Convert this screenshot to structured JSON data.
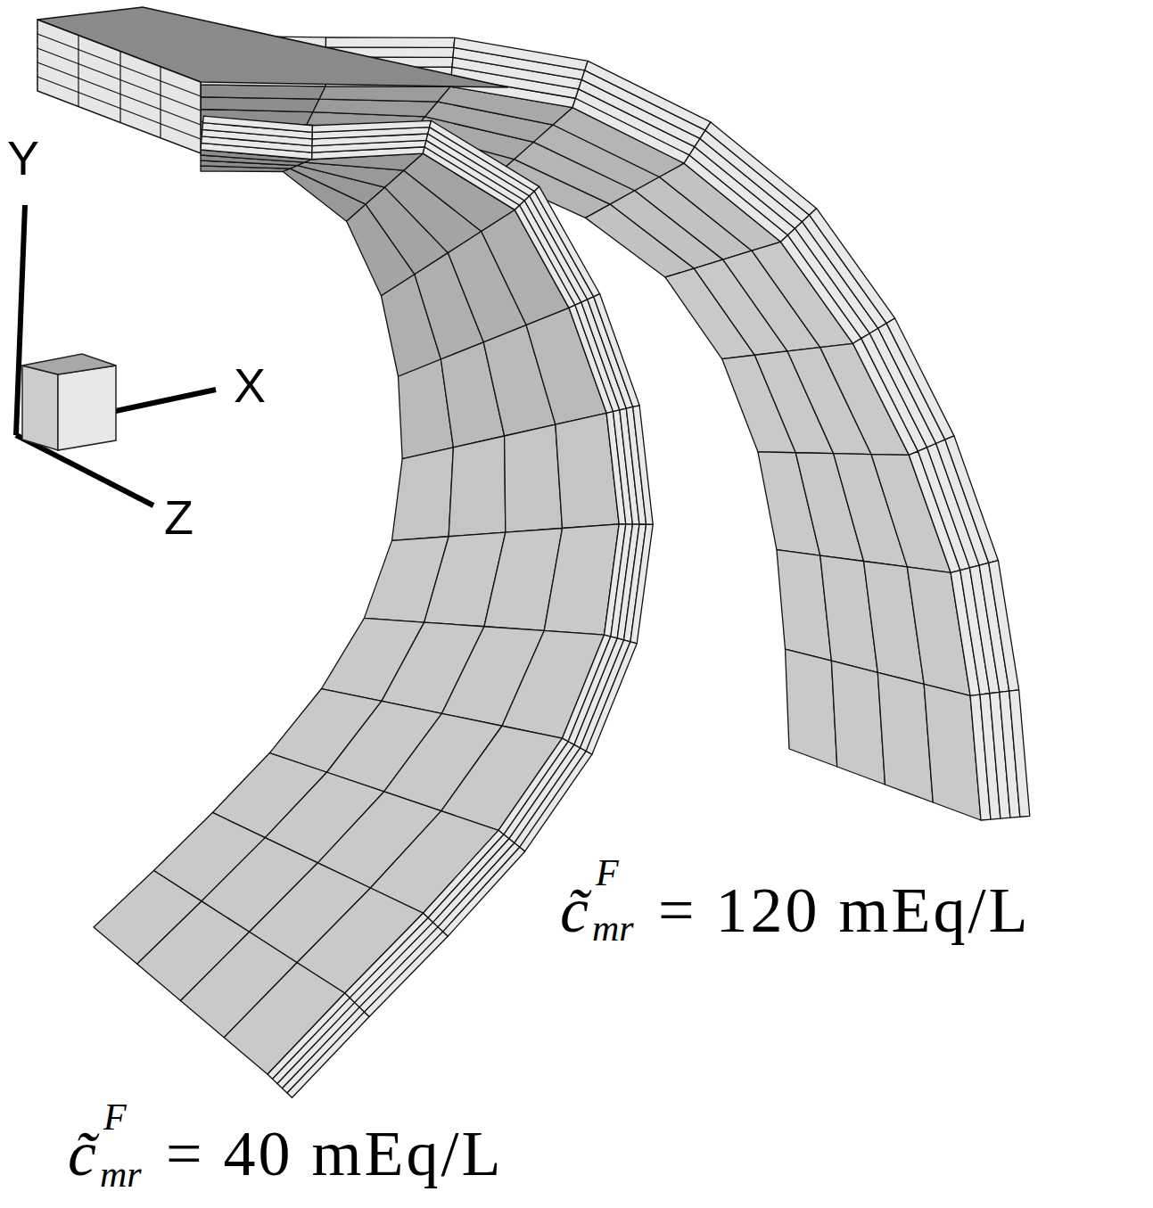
{
  "diagram": {
    "labels": [
      "Y",
      "X",
      "Z",
      "c̃",
      "F",
      "mr",
      "= 120 mEq/L",
      "c̃",
      "F",
      "mr",
      "= 40 mEq/L"
    ]
  }
}
